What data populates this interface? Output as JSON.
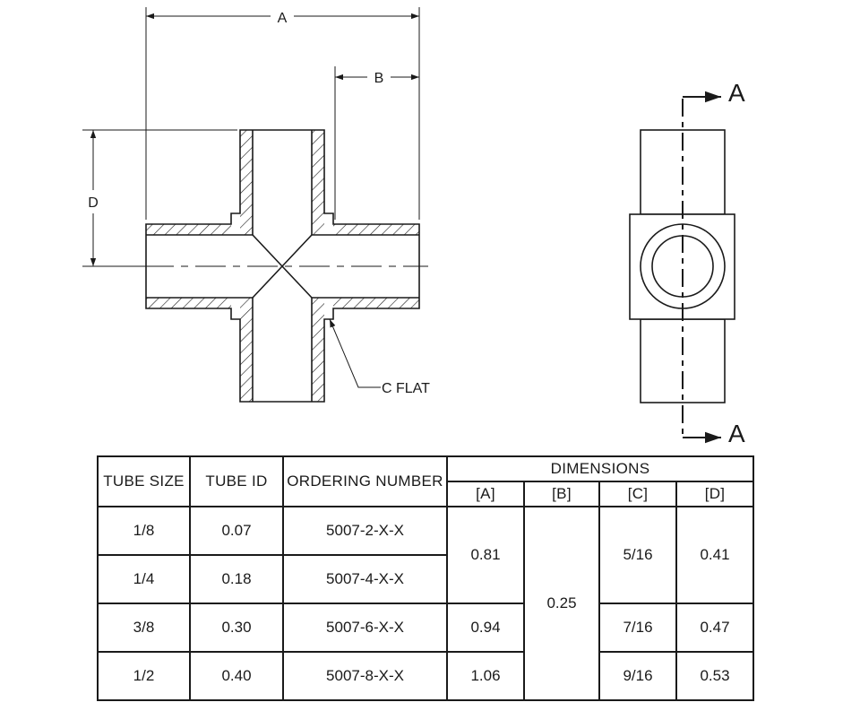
{
  "drawing": {
    "dim_labels": {
      "a": "A",
      "b": "B",
      "d": "D",
      "c_flat": "C FLAT"
    },
    "section_labels": {
      "top": "A",
      "bottom": "A"
    }
  },
  "table": {
    "headers": {
      "tube_size": "TUBE SIZE",
      "tube_id": "TUBE ID",
      "ordering_number": "ORDERING NUMBER",
      "dimensions": "DIMENSIONS",
      "dim_a": "[A]",
      "dim_b": "[B]",
      "dim_c": "[C]",
      "dim_d": "[D]"
    },
    "rows": [
      {
        "tube_size": "1/8",
        "tube_id": "0.07",
        "ordering_number": "5007-2-X-X"
      },
      {
        "tube_size": "1/4",
        "tube_id": "0.18",
        "ordering_number": "5007-4-X-X"
      },
      {
        "tube_size": "3/8",
        "tube_id": "0.30",
        "ordering_number": "5007-6-X-X"
      },
      {
        "tube_size": "1/2",
        "tube_id": "0.40",
        "ordering_number": "5007-8-X-X"
      }
    ],
    "dim_values": {
      "a": [
        "0.81",
        "0.94",
        "1.06"
      ],
      "b": [
        "0.25"
      ],
      "c": [
        "5/16",
        "7/16",
        "9/16"
      ],
      "d": [
        "0.41",
        "0.47",
        "0.53"
      ]
    }
  }
}
